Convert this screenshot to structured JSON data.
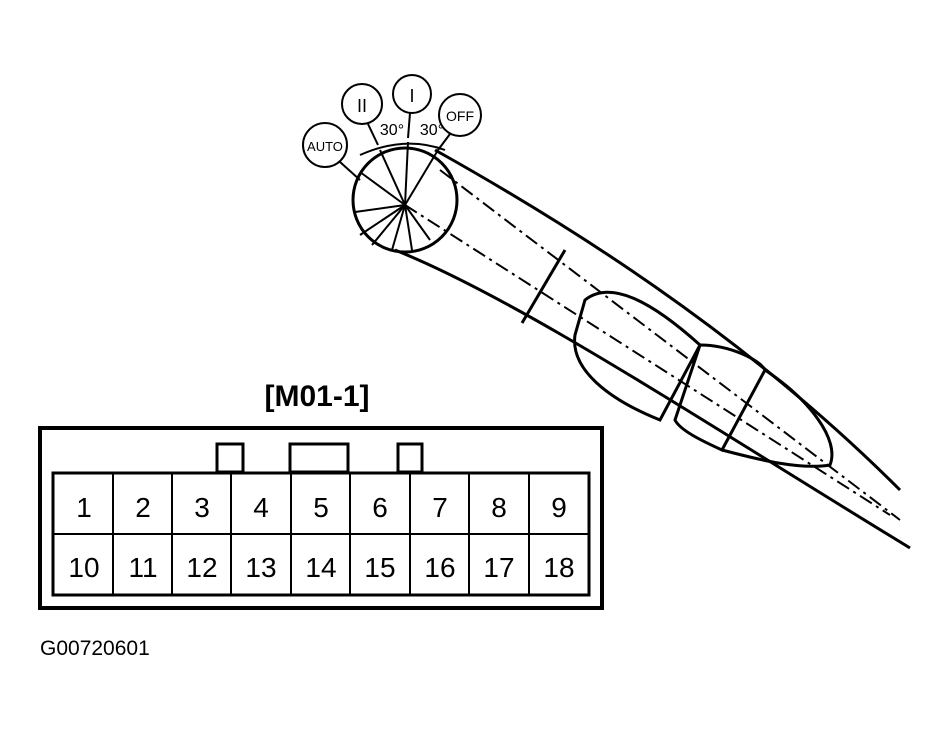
{
  "connector": {
    "title": "[M01-1]",
    "pins_top": [
      "1",
      "2",
      "3",
      "4",
      "5",
      "6",
      "7",
      "8",
      "9"
    ],
    "pins_bottom": [
      "10",
      "11",
      "12",
      "13",
      "14",
      "15",
      "16",
      "17",
      "18"
    ]
  },
  "switch": {
    "positions": [
      "AUTO",
      "II",
      "I",
      "OFF"
    ],
    "angles": [
      "30°",
      "30°"
    ]
  },
  "figure_code": "G00720601"
}
